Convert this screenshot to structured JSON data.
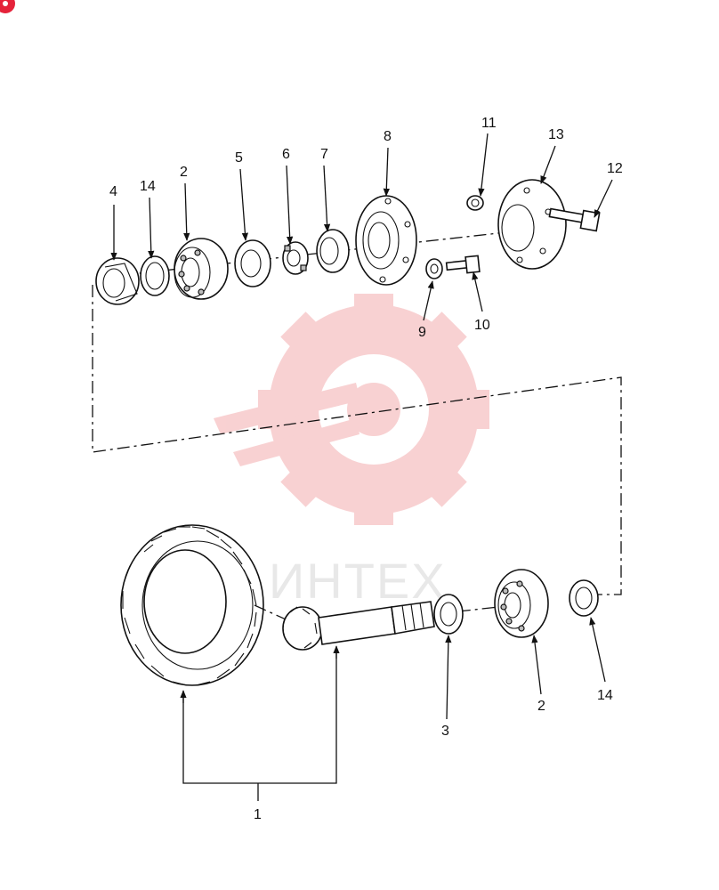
{
  "watermark": {
    "text": "ИНТЕХ",
    "logo": "gear-logo",
    "color": "#f3a4a6"
  },
  "corner_badge": {
    "icon": "red-badge-icon",
    "color": "#e5233a"
  },
  "labels": {
    "l1": "1",
    "l2_top": "2",
    "l2_bottom": "2",
    "l3": "3",
    "l4": "4",
    "l5": "5",
    "l6": "6",
    "l7": "7",
    "l8": "8",
    "l9": "9",
    "l10": "10",
    "l11": "11",
    "l12": "12",
    "l13": "13",
    "l14_top": "14",
    "l14_bottom": "14"
  }
}
